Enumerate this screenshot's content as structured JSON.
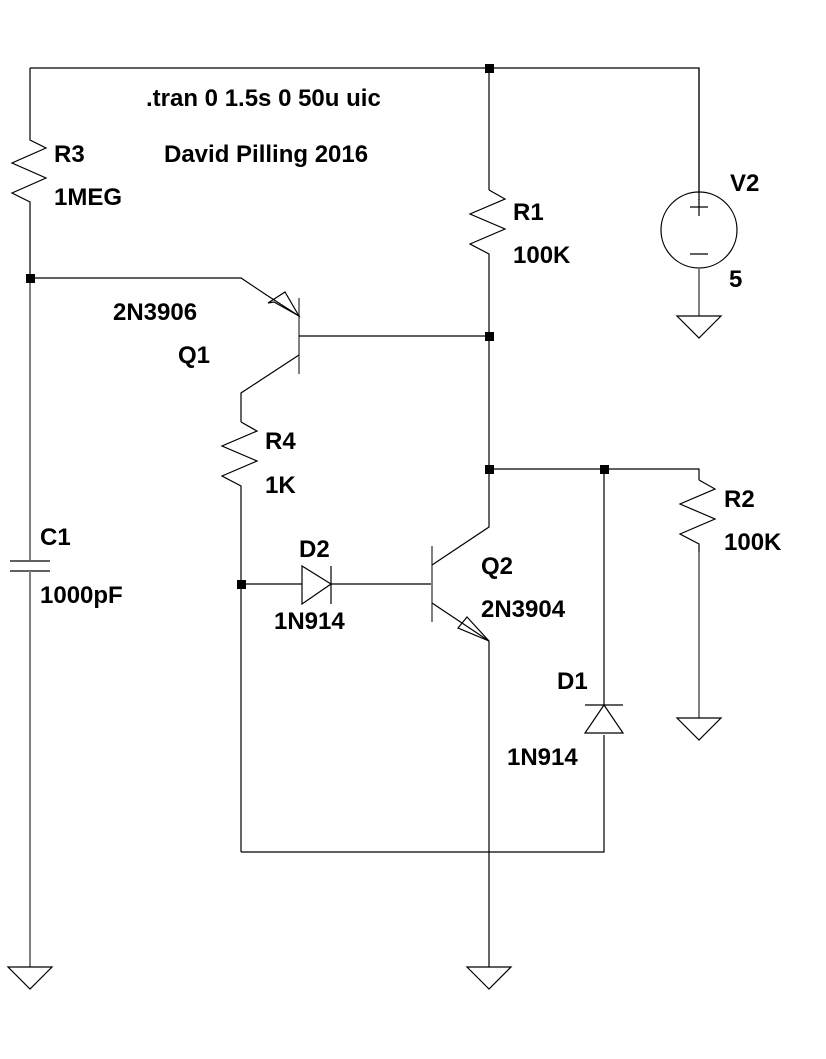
{
  "schematic": {
    "directive": ".tran 0 1.5s 0 50u uic",
    "author_note": "David Pilling 2016",
    "components": {
      "R3": {
        "ref": "R3",
        "value": "1MEG",
        "type": "resistor"
      },
      "R1": {
        "ref": "R1",
        "value": "100K",
        "type": "resistor"
      },
      "R2": {
        "ref": "R2",
        "value": "100K",
        "type": "resistor"
      },
      "R4": {
        "ref": "R4",
        "value": "1K",
        "type": "resistor"
      },
      "C1": {
        "ref": "C1",
        "value": "1000pF",
        "type": "capacitor"
      },
      "V2": {
        "ref": "V2",
        "value": "5",
        "type": "voltage-source"
      },
      "Q1": {
        "ref": "Q1",
        "model": "2N3906",
        "type": "pnp-transistor"
      },
      "Q2": {
        "ref": "Q2",
        "model": "2N3904",
        "type": "npn-transistor"
      },
      "D1": {
        "ref": "D1",
        "model": "1N914",
        "type": "diode"
      },
      "D2": {
        "ref": "D2",
        "model": "1N914",
        "type": "diode"
      }
    }
  }
}
